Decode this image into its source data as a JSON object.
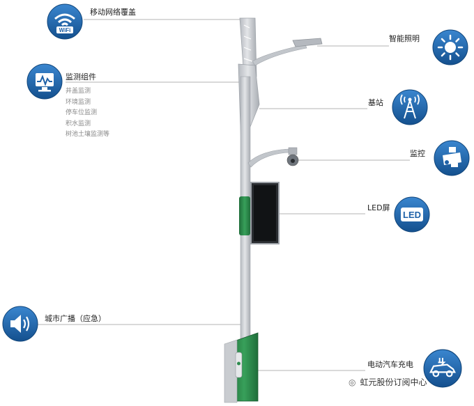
{
  "labels": {
    "wifi": "移动网络覆盖",
    "monitor": "监测组件",
    "monitor_items": [
      "井盖监测",
      "环境监测",
      "停车位监测",
      "积水监测",
      "树池土壤监测等"
    ],
    "lighting": "智能照明",
    "base_station": "基站",
    "surveillance": "监控",
    "led": "LED屏",
    "broadcast": "城市广播（应急）",
    "charging": "电动汽车充电"
  },
  "icons": {
    "wifi": "wifi-icon",
    "monitor": "monitor-icon",
    "lighting": "sun-icon",
    "base_station": "signal-tower-icon",
    "surveillance": "camera-icon",
    "led": "led-icon",
    "broadcast": "speaker-icon",
    "charging": "electric-car-icon"
  },
  "icon_texts": {
    "wifi": "WiFi",
    "led": "LED"
  },
  "watermark": "虹元股份订阅中心",
  "colors": {
    "icon_blue": "#1f62a8",
    "pole_gray": "#c9ccd0",
    "base_green": "#2e8b4e",
    "line_gray": "#9a9a9a"
  }
}
